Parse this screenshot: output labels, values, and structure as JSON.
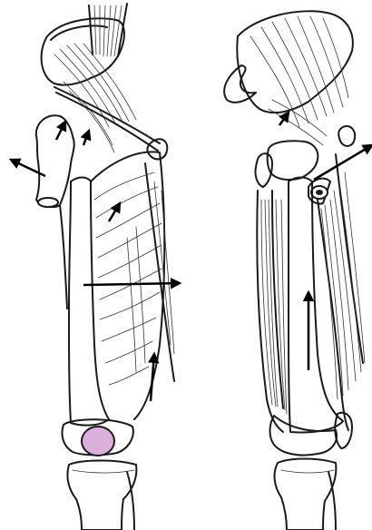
{
  "diagram": {
    "type": "anatomical-illustration",
    "views": [
      {
        "id": "left-view",
        "icon": "thigh-muscles-anterior-view"
      },
      {
        "id": "right-view",
        "icon": "thigh-muscles-posterior-view"
      }
    ],
    "colors": {
      "bone_highlight": "#dcb0dc",
      "outline": "#1a1a1a",
      "background": "#ffffff",
      "arrow": "#000000"
    },
    "arrows": [
      {
        "view": "left-view",
        "direction": "up-left"
      },
      {
        "view": "left-view",
        "direction": "up"
      },
      {
        "view": "left-view",
        "direction": "up-right"
      },
      {
        "view": "left-view",
        "direction": "right"
      },
      {
        "view": "left-view",
        "direction": "up"
      },
      {
        "view": "left-view",
        "direction": "up"
      },
      {
        "view": "right-view",
        "direction": "up-right"
      },
      {
        "view": "right-view",
        "direction": "up"
      }
    ]
  }
}
